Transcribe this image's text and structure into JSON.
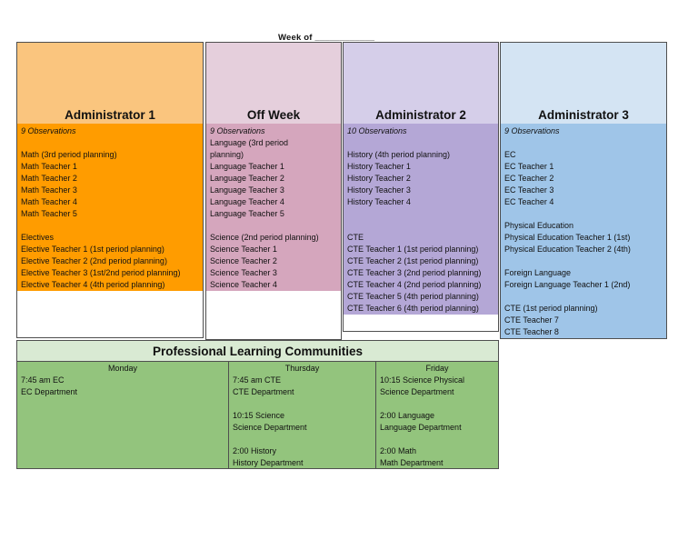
{
  "page_title": "Week of ____________",
  "colors": {
    "admin1_header": "#FAC57E",
    "admin1_body": "#FF9C00",
    "offweek_header": "#E5CFDC",
    "offweek_body": "#D5A6BD",
    "admin2_header": "#D5CEE9",
    "admin2_body": "#B4A7D6",
    "admin3_header": "#D4E4F3",
    "admin3_body": "#9FC5E8",
    "plc_header": "#D9EAD3",
    "plc_body": "#93C47D"
  },
  "columns": [
    {
      "header": "Administrator 1",
      "observations": "9 Observations",
      "lines": [
        "9 Observations",
        "",
        "Math (3rd period planning)",
        "Math Teacher 1",
        "Math Teacher 2",
        "Math Teacher 3",
        "Math Teacher 4",
        "Math Teacher 5",
        "",
        "Electives",
        "Elective Teacher 1 (1st period planning)",
        "Elective Teacher 2 (2nd period planning)",
        "Elective Teacher 3 (1st/2nd period planning)",
        "Elective Teacher 4 (4th period planning)"
      ]
    },
    {
      "header": "Off Week",
      "observations": "9 Observations",
      "lines": [
        "9 Observations",
        "Language (3rd period",
        "planning)",
        "Language Teacher 1",
        "Language Teacher 2",
        "Language Teacher 3",
        "Language Teacher 4",
        "Language Teacher 5",
        "",
        "Science (2nd period planning)",
        "Science Teacher 1",
        "Science Teacher 2",
        "Science Teacher 3",
        "Science Teacher 4"
      ]
    },
    {
      "header": "Administrator 2",
      "observations": "10 Observations",
      "lines": [
        "10 Observations",
        "",
        "History (4th period planning)",
        "History Teacher 1",
        "History Teacher 2",
        "History Teacher 3",
        "History Teacher 4",
        "",
        "",
        "CTE",
        "CTE Teacher 1 (1st period planning)",
        "CTE Teacher 2 (1st period planning)",
        "CTE Teacher 3 (2nd period planning)",
        "CTE Teacher 4 (2nd period planning)",
        "CTE Teacher 5 (4th period planning)",
        "CTE Teacher 6 (4th period planning)"
      ]
    },
    {
      "header": "Administrator 3",
      "observations": "9 Observations",
      "lines": [
        "9 Observations",
        "",
        "EC",
        "EC Teacher 1",
        "EC Teacher 2",
        "EC Teacher 3",
        "EC Teacher 4",
        "",
        "Physical Education",
        "Physical Education Teacher 1 (1st)",
        "Physical Education Teacher 2 (4th)",
        "",
        "Foreign Language",
        "Foreign Language Teacher 1 (2nd)",
        "",
        "CTE (1st period planning)",
        "CTE Teacher 7",
        "CTE Teacher 8"
      ]
    }
  ],
  "plc": {
    "title": "Professional Learning Communities",
    "days": [
      {
        "name": "Monday",
        "lines": [
          "7:45 am EC",
          "EC Department"
        ]
      },
      {
        "name": "Thursday",
        "lines": [
          "7:45 am CTE",
          "CTE Department",
          "",
          "10:15 Science",
          "Science Department",
          "",
          "2:00 History",
          "History Department"
        ]
      },
      {
        "name": "Friday",
        "lines": [
          "10:15 Science Physical",
          "Science Department",
          "",
          "2:00 Language",
          "Language Department",
          "",
          "2:00 Math",
          "Math Department"
        ]
      }
    ]
  }
}
